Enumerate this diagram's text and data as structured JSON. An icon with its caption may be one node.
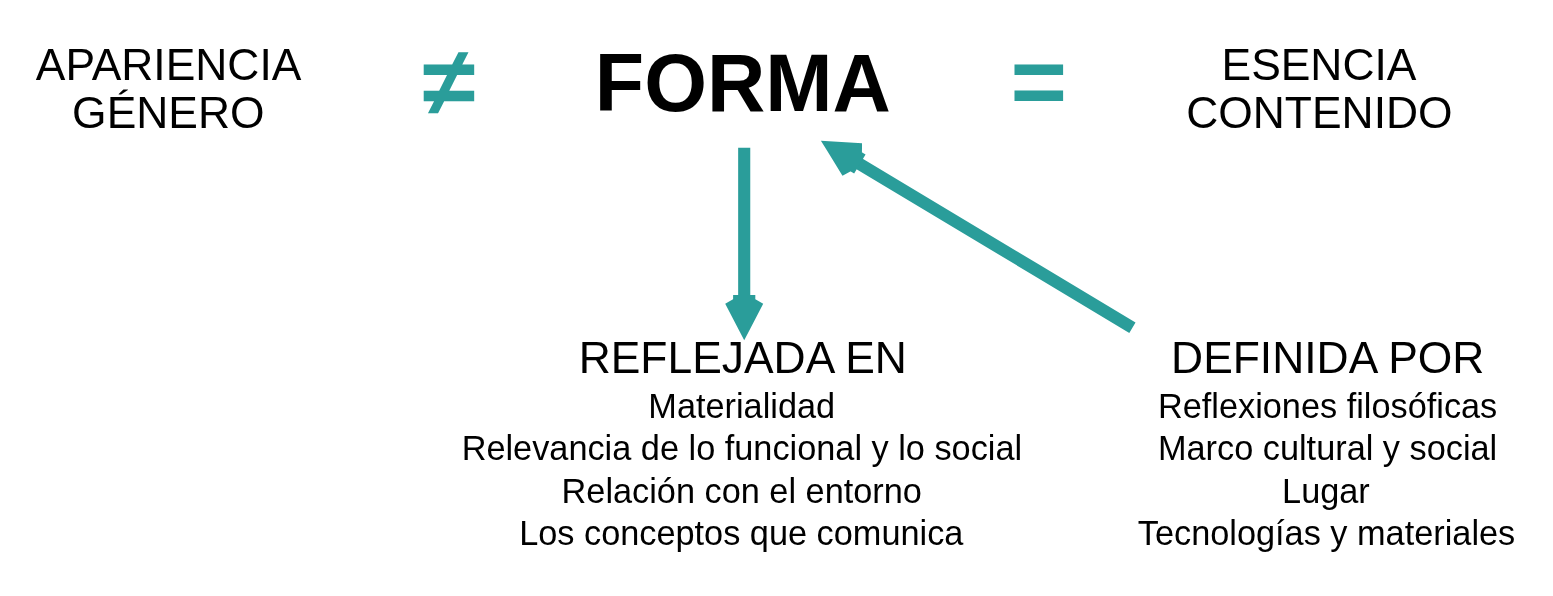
{
  "diagram": {
    "nodes": [
      {
        "text": [
          "APARIENCIA GÉNERO"
        ]
      },
      {
        "text": [
          "FORMA"
        ]
      },
      {
        "text": [
          "ESENCIA CONTENIDO"
        ]
      },
      {
        "text": [
          "DEFINIDA POR",
          "Reflexiones filosóficas",
          "Marco cultural y social",
          "Lugar",
          "Tecnologías y materiales"
        ]
      },
      {
        "text": [
          "REFLEJADA EN",
          "Materialidad",
          "Relevancia de lo funcional y lo social",
          "Relación con el entorno",
          "Los conceptos que comunica"
        ]
      }
    ],
    "edges": [
      {
        "from": 3,
        "to": 1,
        "arrow": "to"
      },
      {
        "from": 1,
        "to": 4,
        "arrow": "to"
      }
    ],
    "labels": [
      "≠",
      "="
    ]
  }
}
